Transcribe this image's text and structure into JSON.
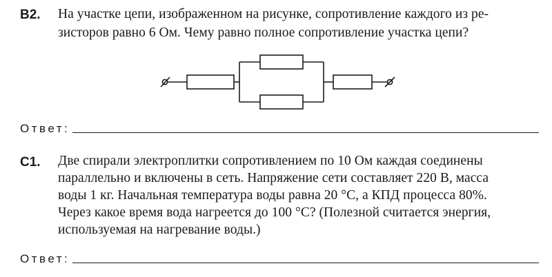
{
  "problems": [
    {
      "label": "B2.",
      "lines": [
        "На участке цепи, изображенном на рисунке, сопротивление каждого из ре-",
        "зисторов равно 6 Ом. Чему равно полное сопротивление участка цепи?"
      ],
      "answer_label": "Ответ:"
    },
    {
      "label": "C1.",
      "lines": [
        "Две спирали электроплитки сопротивлением по 10 Ом каждая соединены",
        "параллельно и включены в сеть. Напряжение сети составляет 220 В, масса",
        "воды 1 кг. Начальная температура воды равна 20 °С, а КПД процесса 80%.",
        "Через какое время вода нагреется до 100 °С? (Полезной считается энергия,",
        "используемая на нагревание воды.)"
      ],
      "answer_label": "Ответ:"
    }
  ],
  "colors": {
    "ink": "#1a1a1a"
  }
}
